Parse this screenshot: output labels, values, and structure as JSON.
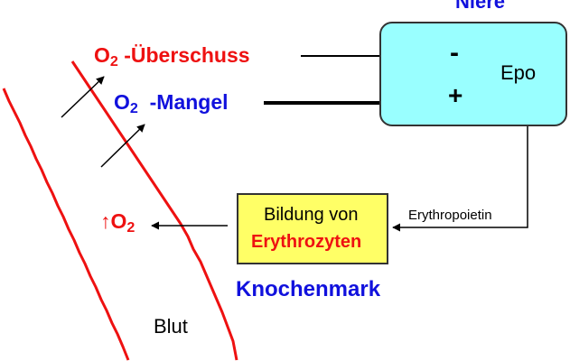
{
  "colors": {
    "red": "#ee1111",
    "blue": "#1111dd",
    "kidney_fill": "#99ffff",
    "bone_fill": "#ffff66"
  },
  "kidney": {
    "title": "Niere",
    "minus": "-",
    "plus": "+",
    "epo": "Epo"
  },
  "left": {
    "o2_excess_symbol": "O",
    "o2_excess_sub": "2",
    "o2_excess_text": "-Überschuss",
    "o2_lack_symbol": "O",
    "o2_lack_sub": "2",
    "o2_lack_text": "-Mangel",
    "o2_out_arrow": "↑",
    "o2_out_symbol": "O",
    "o2_out_sub": "2"
  },
  "bone_marrow": {
    "line1": "Bildung von",
    "line2": "Erythrozyten",
    "label": "Knochenmark"
  },
  "link_label": "Erythropoietin",
  "blood_label": "Blut"
}
